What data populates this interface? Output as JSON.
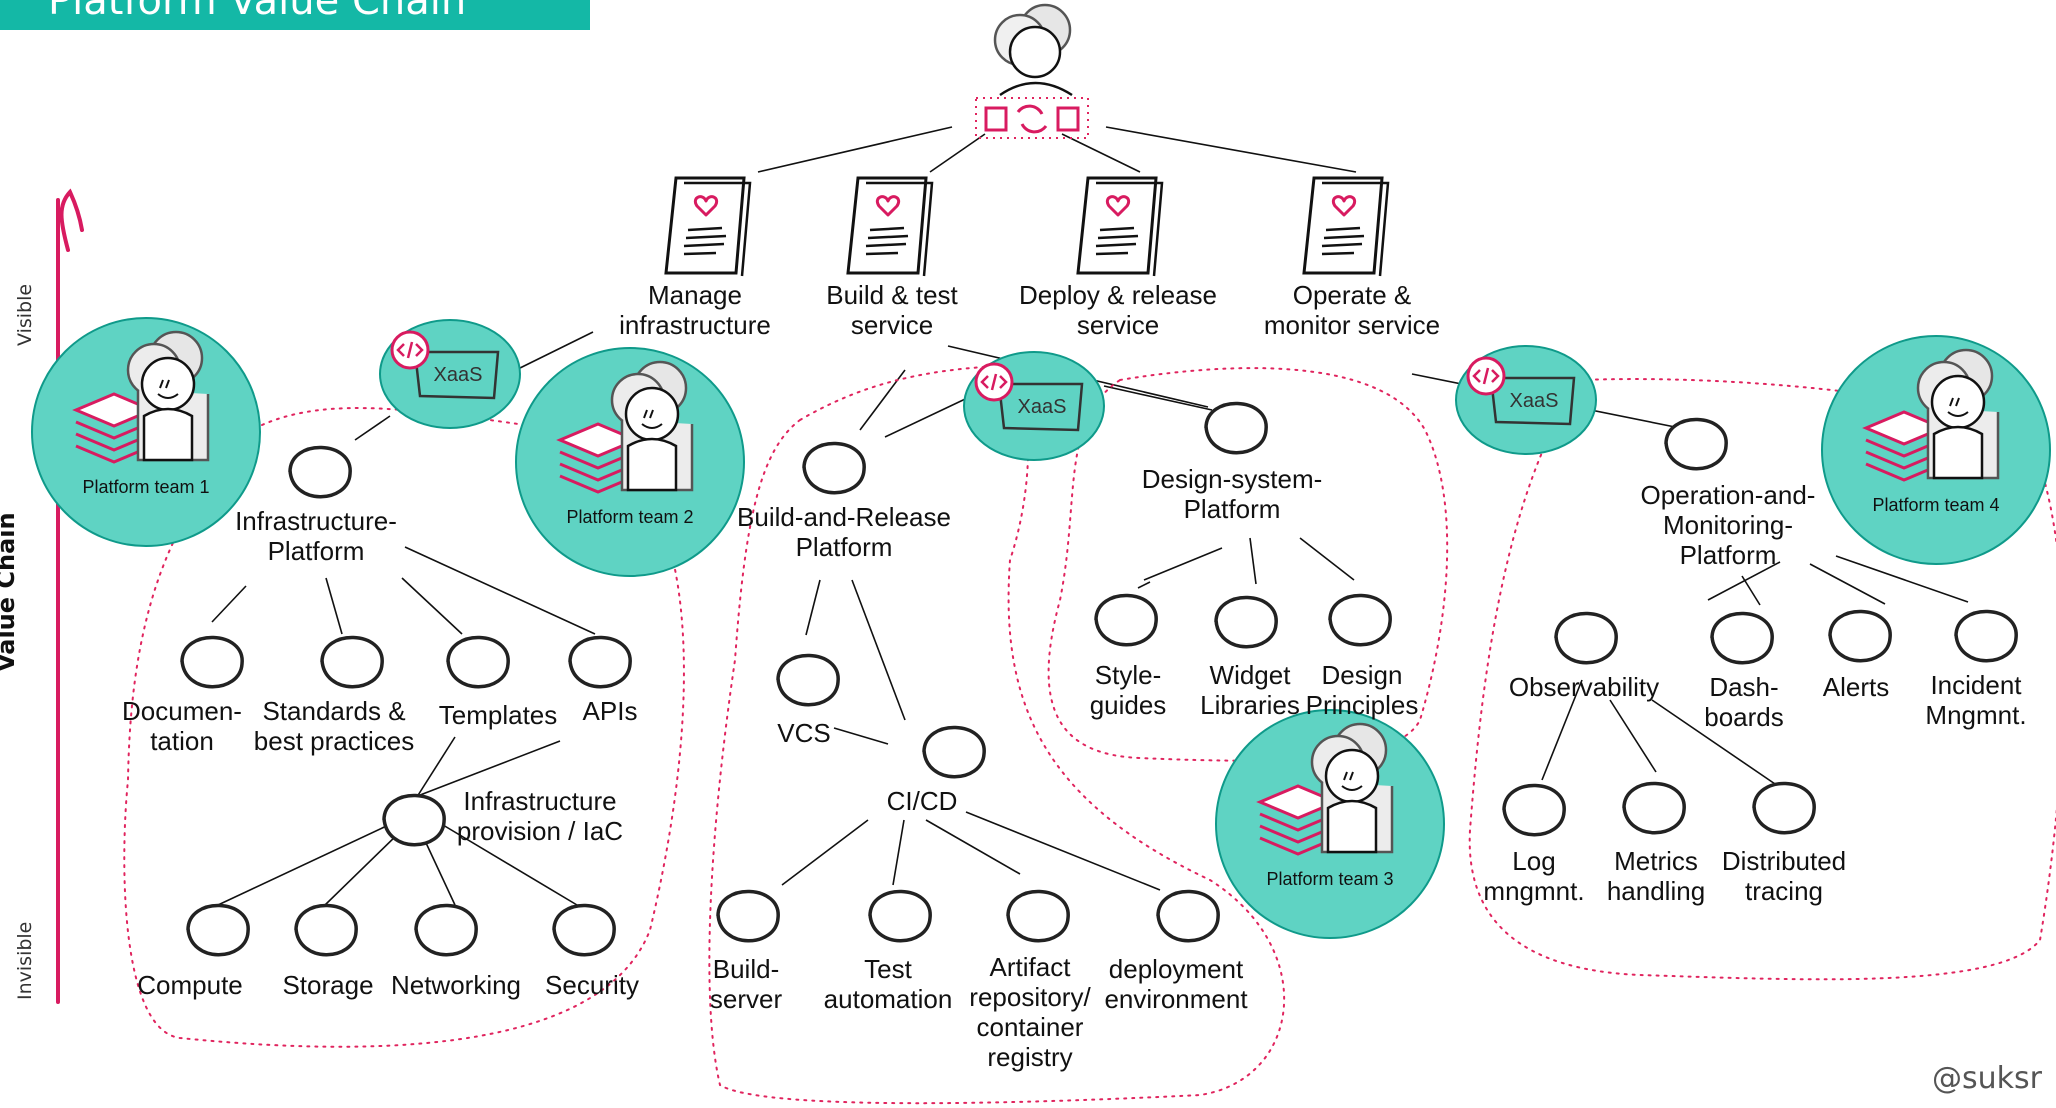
{
  "title": "Platform Value Chain",
  "axis": {
    "title": "Value Chain",
    "top": "Visible",
    "bottom": "Invisible"
  },
  "signature": "@suksr",
  "colors": {
    "accent": "#14b8a6",
    "team_fill": "#5fd3c3",
    "pink": "#d81b60",
    "dotted": "#e0245e"
  },
  "xaas_label": "XaaS",
  "teams": [
    "Platform team 1",
    "Platform team 2",
    "Platform team 3",
    "Platform team 4"
  ],
  "services": [
    "Manage\ninfrastructure",
    "Build & test\nservice",
    "Deploy & release\nservice",
    "Operate &\nmonitor service"
  ],
  "platforms": [
    "Infrastructure-\nPlatform",
    "Build-and-Release\nPlatform",
    "Design-system-\nPlatform",
    "Operation-and-\nMonitoring-\nPlatform"
  ],
  "components": [
    "Documen-\ntation",
    "Standards &\nbest practices",
    "Templates",
    "APIs",
    "Infrastructure\nprovision / IaC",
    "Compute",
    "Storage",
    "Networking",
    "Security",
    "VCS",
    "CI/CD",
    "Build-\nserver",
    "Test\nautomation",
    "Artifact\nrepository/\ncontainer\nregistry",
    "deployment\nenvironment",
    "Style-\nguides",
    "Widget\nLibraries",
    "Design\nPrinciples",
    "Observability",
    "Dash-\nboards",
    "Alerts",
    "Incident\nMngmnt.",
    "Log\nmngmnt.",
    "Metrics\nhandling",
    "Distributed\ntracing"
  ]
}
